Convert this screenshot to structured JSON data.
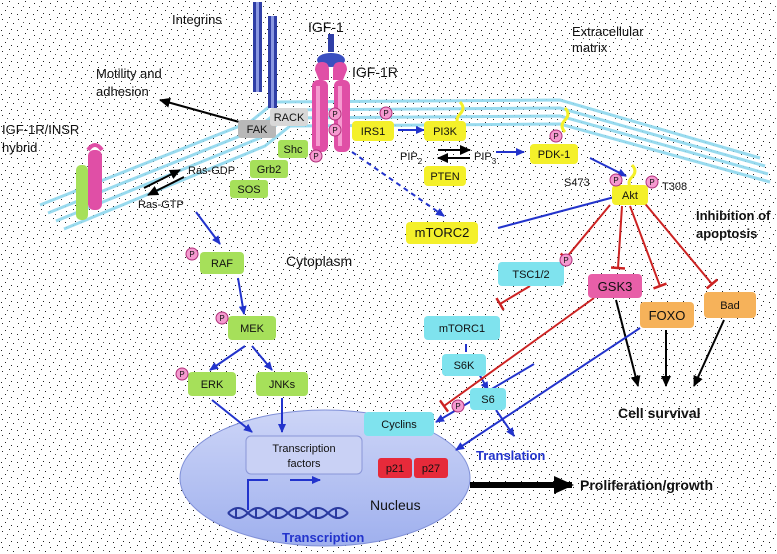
{
  "labels": {
    "integrins": "Integrins",
    "igf1": "IGF-1",
    "igf1r": "IGF-1R",
    "extracellular": "Extracellular",
    "matrix": "matrix",
    "motility": "Motility and",
    "adhesion": "adhesion",
    "hybrid1": "IGF-1R/INSR",
    "hybrid2": "hybrid",
    "cytoplasm": "Cytoplasm",
    "nucleus": "Nucleus",
    "transcription": "Transcription",
    "translation": "Translation",
    "cell_survival": "Cell survival",
    "proliferation": "Proliferation/growth",
    "inhibition1": "Inhibition of",
    "inhibition2": "apoptosis",
    "ras_gdp": "Ras-GDP",
    "ras_gtp": "Ras-GTP",
    "pip2": "PIP",
    "pip2_sub": "2",
    "pip3": "PIP",
    "pip3_sub": "3",
    "s473": "S473",
    "t308": "T308",
    "p": "P"
  },
  "nodes": {
    "fak": "FAK",
    "rack": "RACK",
    "shc": "Shc",
    "grb2": "Grb2",
    "sos": "SOS",
    "irs1": "IRS1",
    "pi3k": "PI3K",
    "pten": "PTEN",
    "pdk1": "PDK-1",
    "akt": "Akt",
    "mtorc2": "mTORC2",
    "raf": "RAF",
    "mek": "MEK",
    "erk": "ERK",
    "jnks": "JNKs",
    "tsc": "TSC1/2",
    "mtorc1": "mTORC1",
    "s6k": "S6K",
    "s6": "S6",
    "gsk3": "GSK3",
    "foxo": "FOXO",
    "bad": "Bad",
    "cyclins": "Cyclins",
    "tf1": "Transcription",
    "tf2": "factors",
    "p21": "p21",
    "p27": "p27"
  },
  "colors": {
    "blue_arrow": "#2233cc",
    "red_inhibit": "#cc2222",
    "green_box": "#a6e05a",
    "yellow_box": "#f4f02a",
    "cyan_box": "#7fe3ee",
    "pink": "#e85fa8",
    "orange_box": "#f6b25a",
    "gray_box": "#b8b8b8",
    "nucleus": "#b9c4f3",
    "membrane": "#8fd8ee",
    "receptor": "#e04fa6",
    "integrin": "#2f3ea6"
  }
}
